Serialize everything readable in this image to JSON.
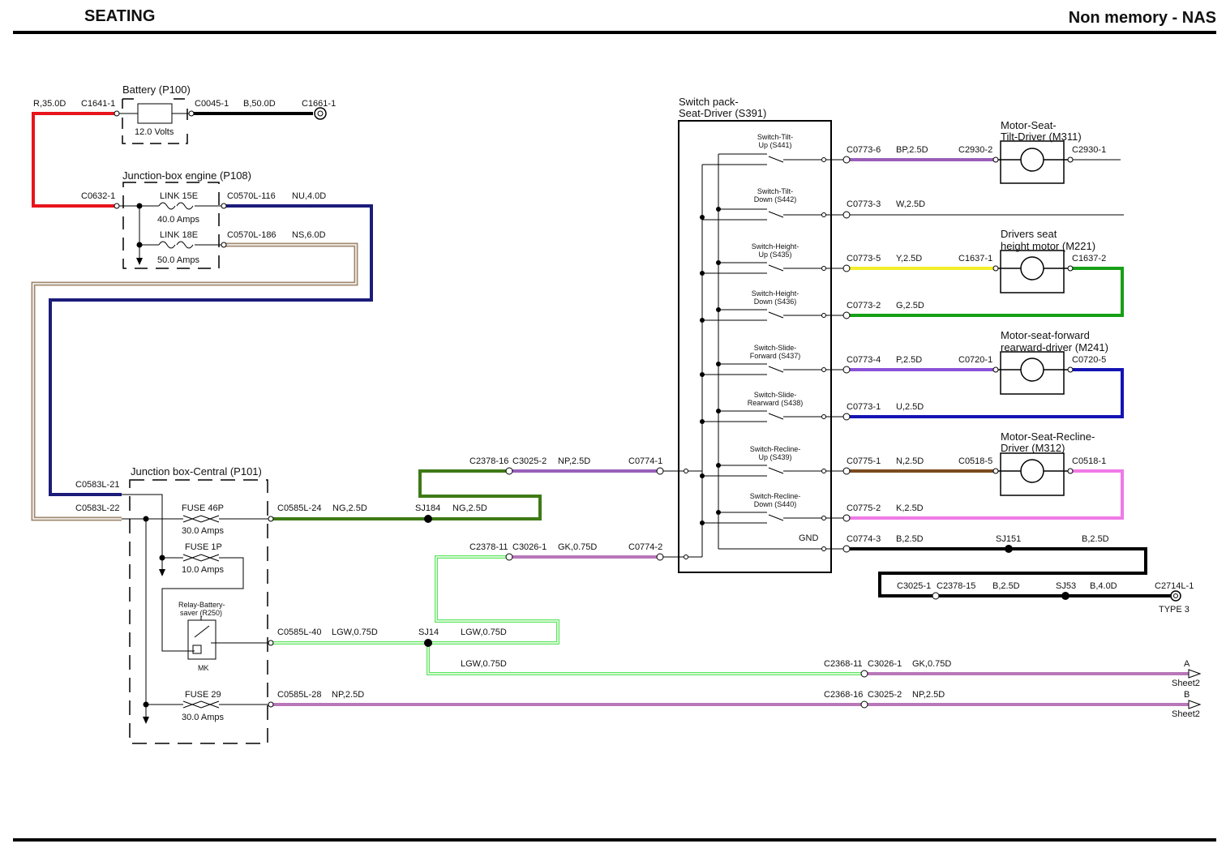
{
  "header": {
    "title": "SEATING",
    "subtitle": "Non memory - NAS"
  },
  "components": {
    "battery": "Battery (P100)",
    "battery_volts": "12.0 Volts",
    "jb_engine": "Junction-box engine (P108)",
    "link15e": "LINK 15E",
    "link15e_amps": "40.0 Amps",
    "link18e": "LINK 18E",
    "link18e_amps": "50.0 Amps",
    "jb_central": "Junction box-Central (P101)",
    "fuse46p": "FUSE 46P",
    "fuse46p_amps": "30.0 Amps",
    "fuse1p": "FUSE 1P",
    "fuse1p_amps": "10.0 Amps",
    "relay_l1": "Relay-Battery-",
    "relay_l2": "saver (R250)",
    "relay_mk": "MK",
    "fuse29": "FUSE 29",
    "fuse29_amps": "30.0 Amps",
    "switchpack_l1": "Switch pack-",
    "switchpack_l2": "Seat-Driver (S391)",
    "sw_tilt_up_l1": "Switch-Tilt-",
    "sw_tilt_up_l2": "Up (S441)",
    "sw_tilt_dn_l1": "Switch-Tilt-",
    "sw_tilt_dn_l2": "Down (S442)",
    "sw_h_up_l1": "Switch-Height-",
    "sw_h_up_l2": "Up (S435)",
    "sw_h_dn_l1": "Switch-Height-",
    "sw_h_dn_l2": "Down (S436)",
    "sw_s_fw_l1": "Switch-Slide-",
    "sw_s_fw_l2": "Forward (S437)",
    "sw_s_rw_l1": "Switch-Slide-",
    "sw_s_rw_l2": "Rearward (S438)",
    "sw_r_up_l1": "Switch-Recline-",
    "sw_r_up_l2": "Up (S439)",
    "sw_r_dn_l1": "Switch-Recline-",
    "sw_r_dn_l2": "Down (S440)",
    "gnd": "GND",
    "m311_l1": "Motor-Seat-",
    "m311_l2": "Tilt-Driver (M311)",
    "m221_l1": "Drivers seat",
    "m221_l2": "height motor (M221)",
    "m241_l1": "Motor-seat-forward",
    "m241_l2": "rearward-driver (M241)",
    "m312_l1": "Motor-Seat-Recline-",
    "m312_l2": "Driver (M312)",
    "type3": "TYPE 3",
    "sheet_a": "A",
    "sheet_b": "B",
    "sheet2": "Sheet2"
  },
  "connectors": {
    "c1641": "C1641-1",
    "c0045": "C0045-1",
    "c1661": "C1661-1",
    "c0632": "C0632-1",
    "c0570_116": "C0570L-116",
    "c0570_186": "C0570L-186",
    "c0583_21": "C0583L-21",
    "c0583_22": "C0583L-22",
    "c0585_24": "C0585L-24",
    "c0585_40": "C0585L-40",
    "c0585_28": "C0585L-28",
    "c2378_16": "C2378-16",
    "c3025_2": "C3025-2",
    "c0774_1": "C0774-1",
    "c2378_11": "C2378-11",
    "c3026_1": "C3026-1",
    "c0774_2": "C0774-2",
    "c0773_6": "C0773-6",
    "c2930_2": "C2930-2",
    "c2930_1": "C2930-1",
    "c0773_3": "C0773-3",
    "c0773_5": "C0773-5",
    "c1637_1": "C1637-1",
    "c1637_2": "C1637-2",
    "c0773_2": "C0773-2",
    "c0773_4": "C0773-4",
    "c0720_1": "C0720-1",
    "c0720_5": "C0720-5",
    "c0773_1": "C0773-1",
    "c0775_1": "C0775-1",
    "c0518_5": "C0518-5",
    "c0518_1": "C0518-1",
    "c0775_2": "C0775-2",
    "c0774_3": "C0774-3",
    "c3025_1": "C3025-1",
    "c2378_15": "C2378-15",
    "c2714": "C2714L-1",
    "c2368_11": "C2368-11",
    "c2368_16": "C2368-16"
  },
  "wires": {
    "r35": "R,35.0D",
    "b50": "B,50.0D",
    "nu4": "NU,4.0D",
    "ns6": "NS,6.0D",
    "ng25": "NG,2.5D",
    "np25": "NP,2.5D",
    "gk075": "GK,0.75D",
    "lgw075": "LGW,0.75D",
    "bp25": "BP,2.5D",
    "w25": "W,2.5D",
    "y25": "Y,2.5D",
    "g25": "G,2.5D",
    "p25": "P,2.5D",
    "u25": "U,2.5D",
    "n25": "N,2.5D",
    "k25": "K,2.5D",
    "b25": "B,2.5D",
    "b40": "B,4.0D"
  },
  "splices": {
    "sj184": "SJ184",
    "sj14": "SJ14",
    "sj151": "SJ151",
    "sj53": "SJ53"
  },
  "colors": {
    "red": "#e8141c",
    "black": "#000000",
    "navy": "#1c1c7a",
    "tan": "#a08a70",
    "olive": "#3e7a16",
    "purple": "#9a5fb8",
    "pink_purple": "#b877b8",
    "lightgreen": "#5ce65c",
    "yellow": "#f2ee2a",
    "green": "#16a016",
    "violet": "#8a52d8",
    "blue": "#1414b4",
    "brown": "#7a4a1e",
    "pink": "#f07ae6"
  }
}
